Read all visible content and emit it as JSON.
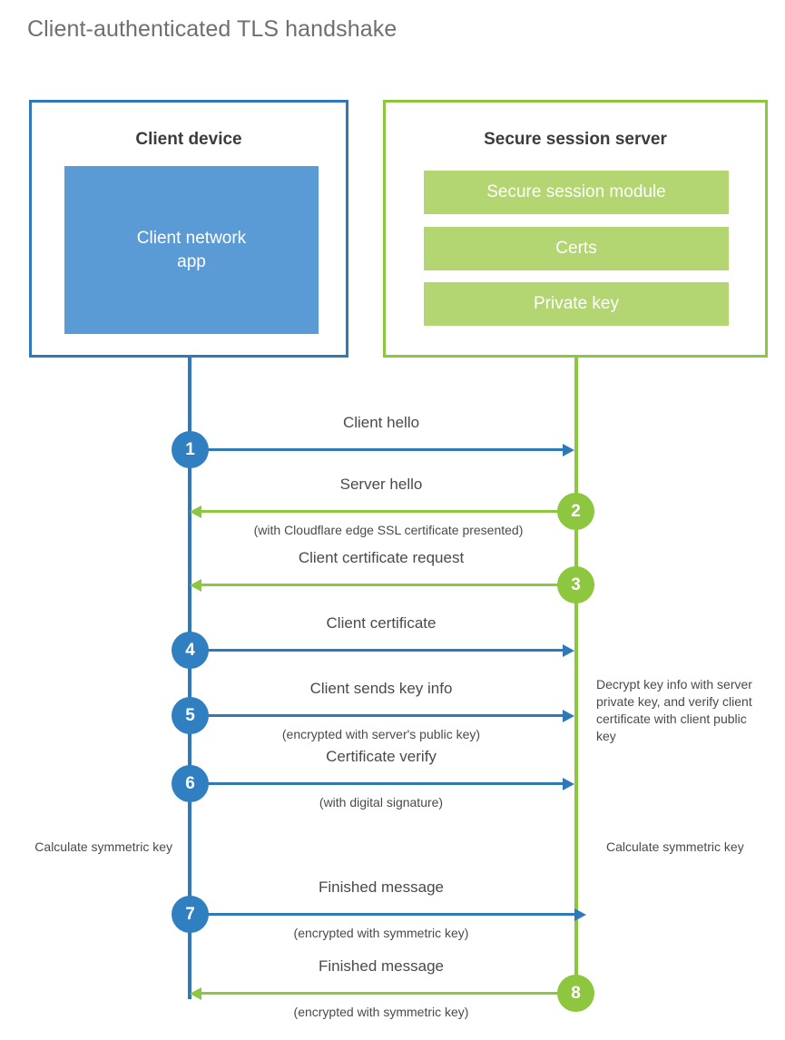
{
  "title": "Client-authenticated TLS handshake",
  "colors": {
    "client_blue": "#3079b8",
    "client_app_blue": "#5b9bd5",
    "step_blue": "#2f7fc1",
    "server_green": "#8dc63f",
    "module_green": "#b3d572",
    "text_gray": "#4a4a4a",
    "title_gray": "#6f6f6f"
  },
  "entities": {
    "client": {
      "title": "Client device",
      "app_label_line1": "Client network",
      "app_label_line2": "app"
    },
    "server": {
      "title": "Secure session server",
      "modules": [
        {
          "label": "Secure session module"
        },
        {
          "label": "Certs"
        },
        {
          "label": "Private key"
        }
      ]
    }
  },
  "steps": [
    {
      "number": "1",
      "label": "Client hello",
      "sublabel": "",
      "direction": "client-to-server",
      "color": "blue"
    },
    {
      "number": "2",
      "label": "Server hello",
      "sublabel": "(with Cloudflare edge SSL certificate presented)",
      "direction": "server-to-client",
      "color": "green"
    },
    {
      "number": "3",
      "label": "Client certificate request",
      "sublabel": "",
      "direction": "server-to-client",
      "color": "green"
    },
    {
      "number": "4",
      "label": "Client certificate",
      "sublabel": "",
      "direction": "client-to-server",
      "color": "blue"
    },
    {
      "number": "5",
      "label": "Client sends key info",
      "sublabel": "(encrypted with server's public key)",
      "direction": "client-to-server",
      "color": "blue"
    },
    {
      "number": "6",
      "label": "Certificate verify",
      "sublabel": "(with digital signature)",
      "direction": "client-to-server",
      "color": "blue"
    },
    {
      "number": "7",
      "label": "Finished message",
      "sublabel": "(encrypted with symmetric key)",
      "direction": "client-to-server",
      "color": "blue"
    },
    {
      "number": "8",
      "label": "Finished message",
      "sublabel": "(encrypted with symmetric key)",
      "direction": "server-to-client",
      "color": "green"
    }
  ],
  "annotations": {
    "decrypt_note": "Decrypt key info with server private key, and verify client certificate with client public key",
    "calculate_symmetric_key_client": "Calculate symmetric key",
    "calculate_symmetric_key_server": "Calculate symmetric key"
  }
}
